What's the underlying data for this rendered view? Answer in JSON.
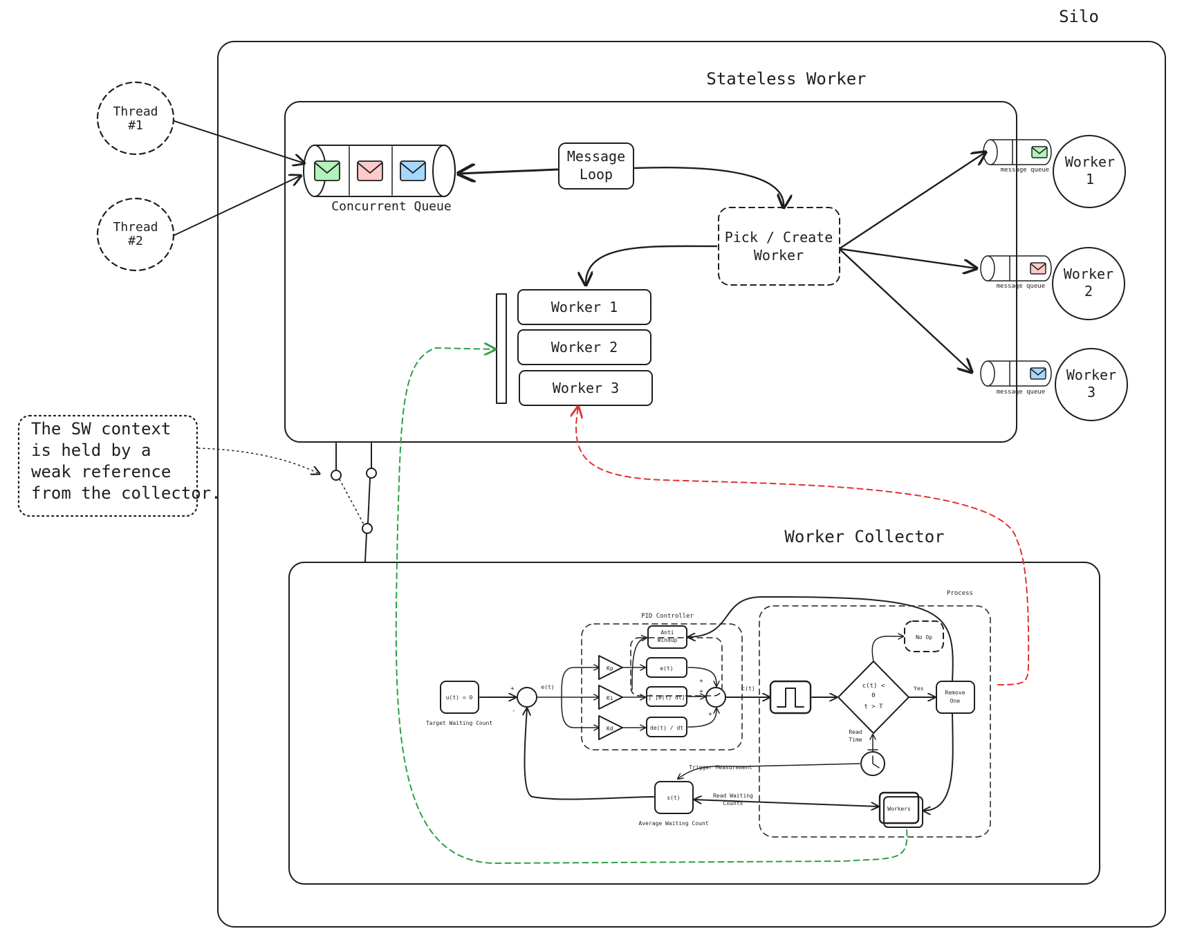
{
  "colors": {
    "ink": "#1e1e1e",
    "thread_fill": "#ffc9c9",
    "message_loop_fill": "#b2f2bb",
    "worker_blue": "#a5d8ff",
    "worker_red": "#ffc9c9",
    "worker_green": "#b2f2bb",
    "env_green": "#b2f2bb",
    "env_red": "#ffc9c9",
    "env_blue": "#a5d8ff",
    "green_link": "#2f9e44",
    "red_link": "#e03131"
  },
  "silo": {
    "title": "Silo"
  },
  "stateless_worker": {
    "title": "Stateless Worker",
    "threads": [
      {
        "label_line1": "Thread",
        "label_line2": "#1"
      },
      {
        "label_line1": "Thread",
        "label_line2": "#2"
      }
    ],
    "queue_label": "Concurrent Queue",
    "queue_envelope_icons": [
      "envelope-green",
      "envelope-red",
      "envelope-blue"
    ],
    "message_loop": {
      "line1": "Message",
      "line2": "Loop"
    },
    "pick_create": {
      "line1": "Pick / Create",
      "line2": "Worker"
    },
    "worker_list": [
      "Worker 1",
      "Worker 2",
      "Worker 3"
    ],
    "workers": [
      {
        "line1": "Worker",
        "line2": "1",
        "queue_label": "message queue",
        "envelope": "envelope-green"
      },
      {
        "line1": "Worker",
        "line2": "2",
        "queue_label": "message queue",
        "envelope": "envelope-red"
      },
      {
        "line1": "Worker",
        "line2": "3",
        "queue_label": "message queue",
        "envelope": "envelope-blue"
      }
    ]
  },
  "note": {
    "lines": [
      "The SW context",
      "is held by a",
      "weak reference",
      "from the collector."
    ]
  },
  "collector": {
    "title": "Worker Collector",
    "pid_title": "PID Controller",
    "process_title": "Process",
    "target_block": "u(t) = 0",
    "target_caption": "Target Waiting Count",
    "error_label": "e(t)",
    "gains": [
      "Kp",
      "Ki",
      "Kd"
    ],
    "anti_windup_line1": "Anti",
    "anti_windup_line2": "Windup",
    "p_term": "e(t)",
    "i_term": "∫ [e(t) dt]",
    "d_term": "de(t) / dt",
    "control_label": "c(t)",
    "condition_lines": [
      "c(t) <",
      "0",
      "t > T"
    ],
    "yes_label": "Yes",
    "no_op_label": "No Op",
    "remove_line1": "Remove",
    "remove_line2": "One",
    "read_time_line1": "Read",
    "read_time_line2": "Time",
    "trigger_label": "Trigger Measurement",
    "read_counts_line1": "Read Waiting",
    "read_counts_line2": "Counts",
    "workers_block": "Workers",
    "average_block": "s(t)",
    "average_caption": "Average Waiting Count",
    "sign_plus": "+",
    "sign_minus": "-"
  }
}
